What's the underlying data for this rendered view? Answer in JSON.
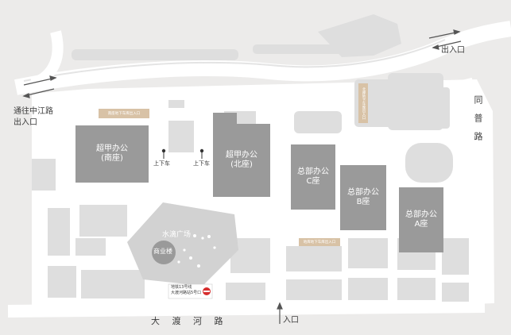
{
  "map": {
    "background_color": "#ecebea",
    "road_color": "#ffffff",
    "building_dark": "#9a9a9a",
    "building_light": "#dcdcdc",
    "accent_tag": "#d8c2a6",
    "metro_red": "#d62d2d"
  },
  "buildings": {
    "nan": {
      "line1": "超甲办公",
      "line2": "(南座)"
    },
    "bei": {
      "line1": "超甲办公",
      "line2": "(北座)"
    },
    "c": {
      "line1": "总部办公",
      "line2": "C座"
    },
    "b": {
      "line1": "总部办公",
      "line2": "B座"
    },
    "a": {
      "line1": "总部办公",
      "line2": "A座"
    }
  },
  "plaza": {
    "name": "水滴广场",
    "commercial": "商业楼"
  },
  "labels": {
    "dropoff_1": "上下车",
    "dropoff_2": "上下车",
    "exit_right": "出入口",
    "exit_left_line1": "通往中江路",
    "exit_left_line2": "出入口",
    "entrance_bottom": "入口",
    "road_south": "大 渡 河 路",
    "road_east": "同普路"
  },
  "tags": {
    "garage_1": "南座地下车库出入口",
    "garage_2": "北座地下车库出入口",
    "garage_3": "地库地下车库出入口"
  },
  "metro": {
    "line1": "地铁13号线",
    "line2": "大渡河路站5号口"
  }
}
